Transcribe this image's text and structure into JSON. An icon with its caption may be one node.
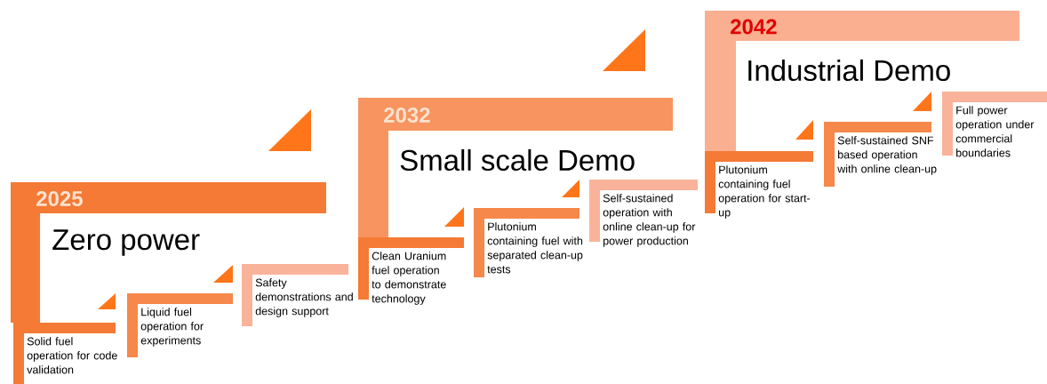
{
  "diagram": {
    "nodes": [
      {
        "text": [
          "2025",
          "Zero power"
        ]
      },
      {
        "text": [
          "Solid fuel operation for code validation"
        ]
      },
      {
        "text": [
          "Liquid fuel operation for experiments"
        ]
      },
      {
        "text": [
          "Safety demonstrations and design support"
        ]
      },
      {
        "text": [
          "2032",
          "Small scale Demo"
        ]
      },
      {
        "text": [
          "Clean Uranium fuel operation to demonstrate technology"
        ]
      },
      {
        "text": [
          "Plutonium containing fuel with separated clean-up tests"
        ]
      },
      {
        "text": [
          "Self-sustained operation with online clean-up for power production"
        ]
      },
      {
        "text": [
          "2042",
          "Industrial Demo"
        ]
      },
      {
        "text": [
          "Plutonium containing fuel operation for start-up"
        ]
      },
      {
        "text": [
          "Self-sustained SNF based operation with online clean-up"
        ]
      },
      {
        "text": [
          "Full power operation under commercial boundaries"
        ]
      }
    ]
  }
}
